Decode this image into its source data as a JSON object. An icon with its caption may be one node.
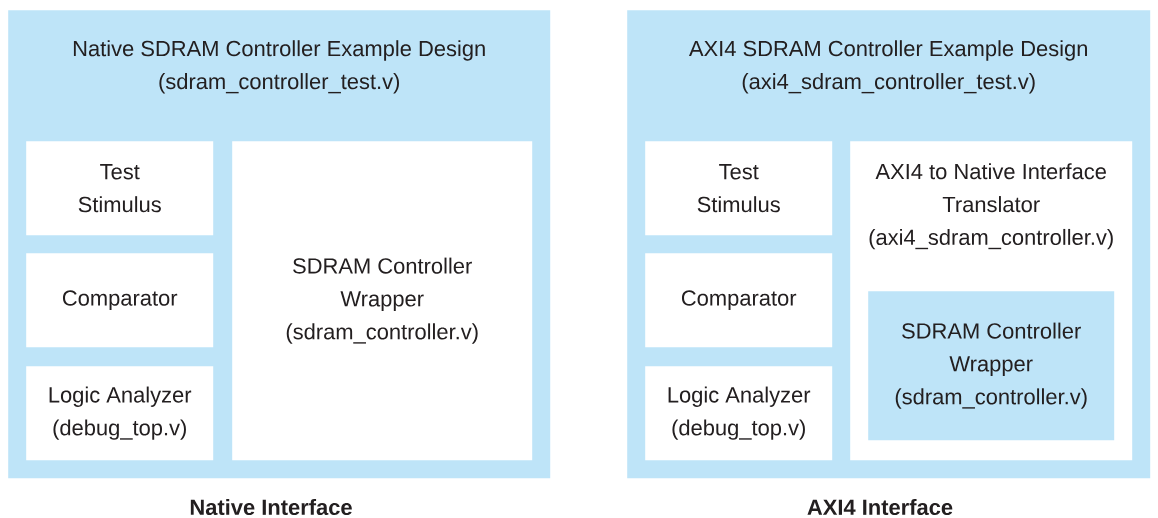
{
  "diagram": {
    "nodes": [
      {
        "text": [
          "Native SDRAM Controller Example Design (sdram_controller_test.v)"
        ],
        "beside": [
          "Native Interface"
        ]
      },
      {
        "text": [
          "Test Stimulus"
        ],
        "in": 0
      },
      {
        "text": [
          "Comparator"
        ],
        "in": 0
      },
      {
        "text": [
          "Logic Analyzer (debug_top.v)"
        ],
        "in": 0
      },
      {
        "text": [
          "SDRAM Controller Wrapper (sdram_controller.v)"
        ],
        "in": 0
      },
      {
        "text": [
          "AXI4 SDRAM Controller Example Design (axi4_sdram_controller_test.v)"
        ],
        "beside": [
          "AXI4 Interface"
        ]
      },
      {
        "text": [
          "Test Stimulus"
        ],
        "in": 5
      },
      {
        "text": [
          "Comparator"
        ],
        "in": 5
      },
      {
        "text": [
          "Logic Analyzer (debug_top.v)"
        ],
        "in": 5
      },
      {
        "text": [
          "AXI4 to Native Interface Translator (axi4_sdram_controller.v)"
        ],
        "in": 5
      },
      {
        "text": [
          "SDRAM Controller Wrapper (sdram_controller.v)"
        ],
        "in": 9
      }
    ]
  }
}
